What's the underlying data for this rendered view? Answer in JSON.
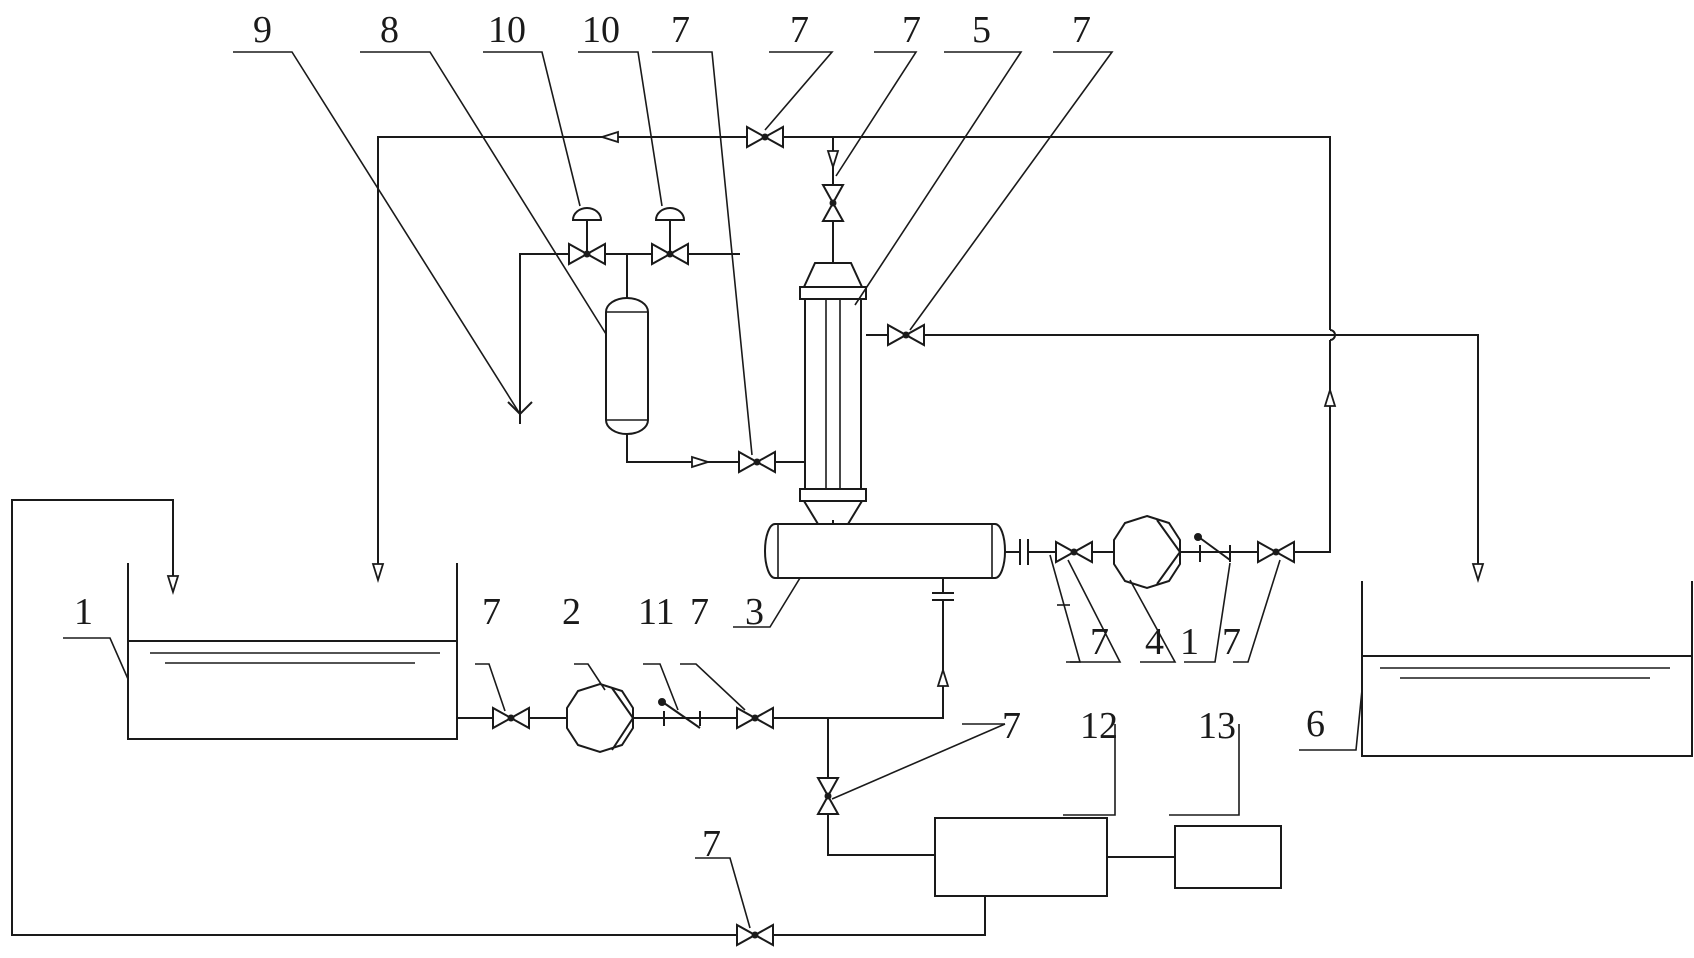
{
  "labels": {
    "tank_1": "1",
    "pump_2": "2",
    "horizontal_vessel_3": "3",
    "pump_4": "4",
    "check_valve_1": "1",
    "column_5": "5",
    "tank_6": "6",
    "separator_8": "8",
    "vent_9": "9",
    "control_valve_10a": "10",
    "control_valve_10b": "10",
    "check_valve_11": "11",
    "unit_12": "12",
    "unit_13": "13",
    "valve_7": "7"
  }
}
